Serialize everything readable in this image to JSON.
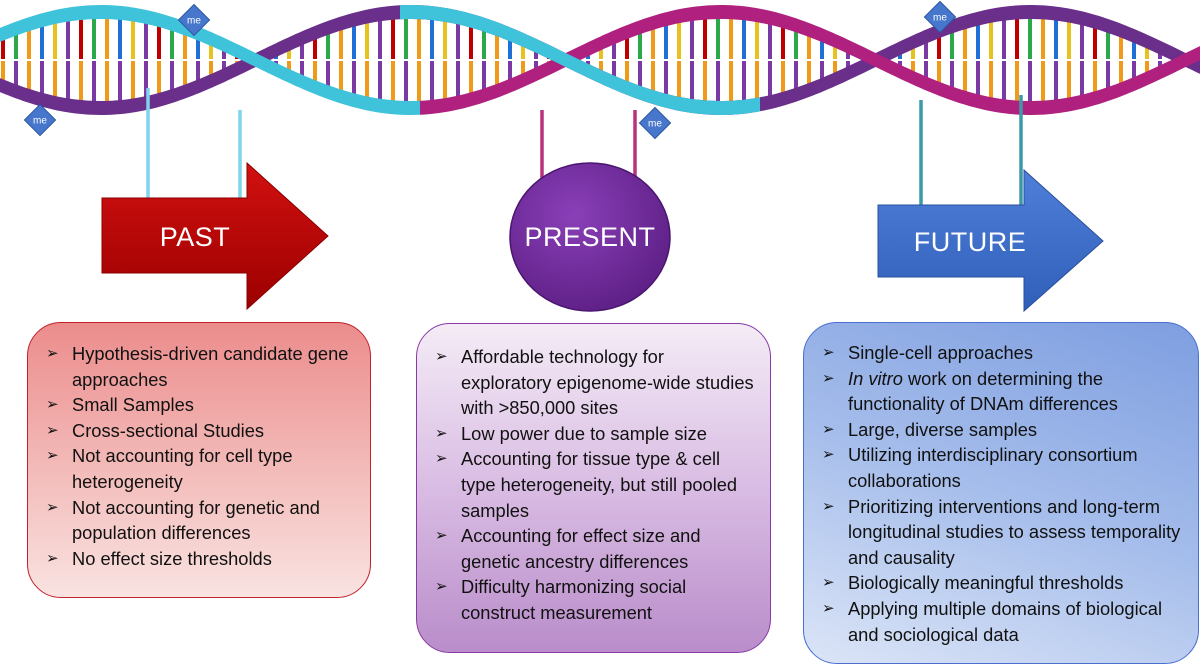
{
  "colors": {
    "past": "#c00000",
    "present": "#7030a0",
    "future": "#4472c4",
    "strand_cyan": "#3fc3db",
    "strand_magenta": "#b0217f",
    "strand_purple": "#6a2f8a",
    "marker": "#4677cc"
  },
  "markers": {
    "label": "me"
  },
  "stages": {
    "past": {
      "label": "PAST",
      "items": [
        "Hypothesis-driven candidate gene approaches",
        "Small Samples",
        "Cross-sectional Studies",
        "Not accounting for cell type heterogeneity",
        "Not accounting for genetic and population differences",
        "No effect size thresholds"
      ]
    },
    "present": {
      "label": "PRESENT",
      "items": [
        "Affordable technology for exploratory epigenome-wide studies with >850,000 sites",
        "Low power due to sample size",
        "Accounting for tissue type & cell type heterogeneity, but still pooled samples",
        "Accounting for effect size and genetic ancestry differences",
        "Difficulty harmonizing social construct measurement"
      ]
    },
    "future": {
      "label": "FUTURE",
      "items": [
        "Single-cell approaches",
        "In vitro work on determining the functionality of DNAm differences",
        "Large, diverse samples",
        "Utilizing interdisciplinary consortium collaborations",
        "Prioritizing interventions and long-term longitudinal studies to assess temporality and causality",
        "Biologically meaningful thresholds",
        "Applying multiple domains of biological and sociological data"
      ]
    }
  }
}
